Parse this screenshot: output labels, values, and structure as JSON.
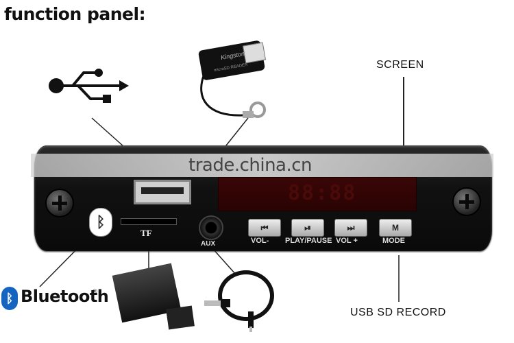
{
  "title": "function panel:",
  "callouts": {
    "screen": "SCREEN",
    "usb_sd_record": "USB SD RECORD"
  },
  "panel": {
    "tf_label": "TF",
    "aux_label": "AUX",
    "display_digits": "88:88",
    "buttons": [
      {
        "icon": "previous-icon",
        "glyph": "⏮",
        "label": "VOL-"
      },
      {
        "icon": "play-pause-icon",
        "glyph": "⏯",
        "label": "PLAY/PAUSE"
      },
      {
        "icon": "next-icon",
        "glyph": "⏭",
        "label": "VOL +"
      },
      {
        "icon": "mode-icon",
        "glyph": "M",
        "label": "MODE"
      }
    ]
  },
  "bluetooth": {
    "word": "Bluetooth",
    "reg": "®",
    "glyph": "ᛒ"
  },
  "reader": {
    "brand": "Kingston",
    "sub": "microSD READER"
  },
  "watermark": "trade.china.cn",
  "colors": {
    "panel": "#111111",
    "screen": "#2a0303",
    "bluetooth_brand": "#1565c0"
  }
}
